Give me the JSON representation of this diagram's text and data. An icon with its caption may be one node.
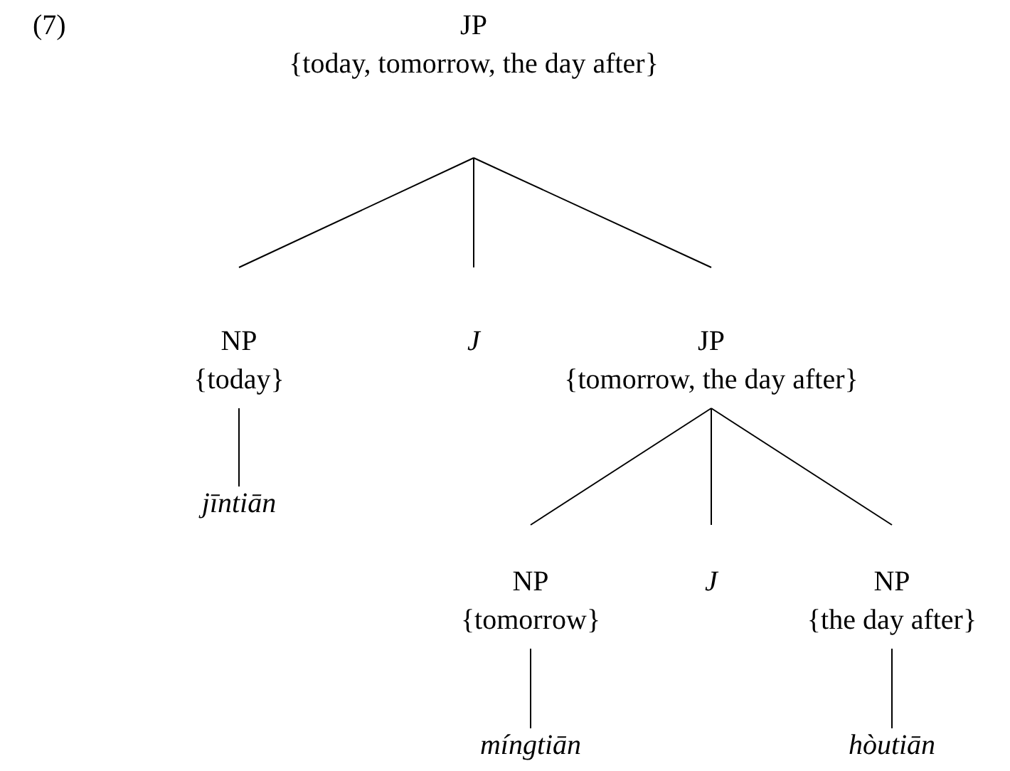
{
  "diagram": {
    "nodes": [
      {
        "text": [
          "JP",
          "{today, tomorrow, the day after}"
        ]
      },
      {
        "text": [
          "NP",
          "{today}"
        ]
      },
      {
        "text": [
          "J"
        ]
      },
      {
        "text": [
          "JP",
          "{tomorrow, the day after}"
        ]
      },
      {
        "text": [
          "jīntiān"
        ]
      },
      {
        "text": [
          "NP",
          "{tomorrow}"
        ]
      },
      {
        "text": [
          "J"
        ]
      },
      {
        "text": [
          "NP",
          "{the day after}"
        ]
      },
      {
        "text": [
          "míngtiān"
        ]
      },
      {
        "text": [
          "hòutiān"
        ]
      }
    ],
    "edges": [
      {
        "from": 0,
        "to": 1,
        "arrow": "none"
      },
      {
        "from": 0,
        "to": 2,
        "arrow": "none"
      },
      {
        "from": 0,
        "to": 3,
        "arrow": "none"
      },
      {
        "from": 1,
        "to": 4,
        "arrow": "none"
      },
      {
        "from": 3,
        "to": 5,
        "arrow": "none"
      },
      {
        "from": 3,
        "to": 6,
        "arrow": "none"
      },
      {
        "from": 3,
        "to": 7,
        "arrow": "none"
      },
      {
        "from": 5,
        "to": 8,
        "arrow": "none"
      },
      {
        "from": 7,
        "to": 9,
        "arrow": "none"
      }
    ],
    "labels": [
      "(7)"
    ]
  }
}
